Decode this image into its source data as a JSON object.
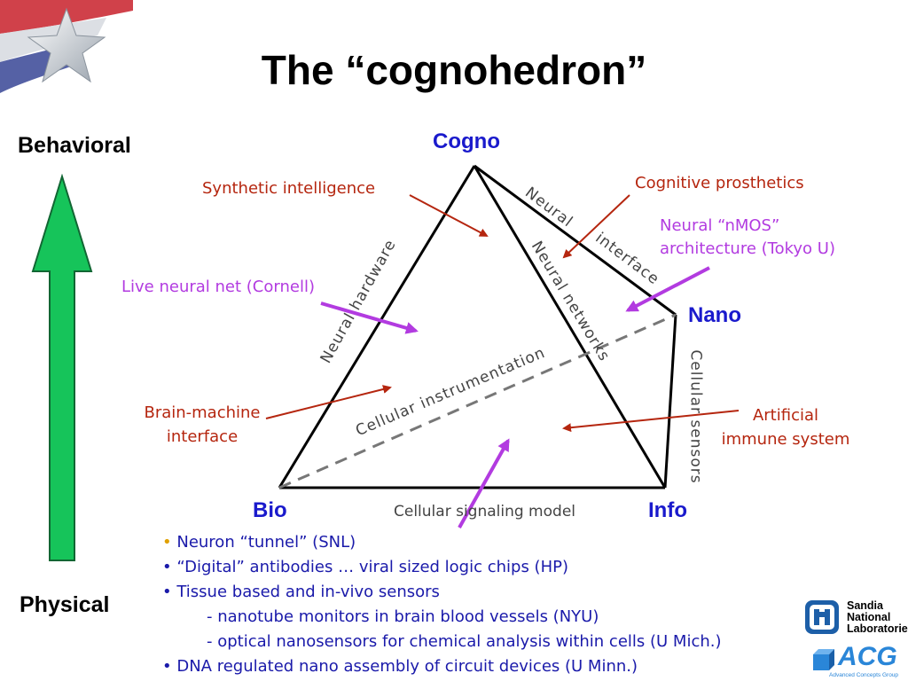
{
  "title": "The “cognohedron”",
  "axis": {
    "top": "Behavioral",
    "bottom": "Physical"
  },
  "vertices": {
    "cogno": "Cogno",
    "nano": "Nano",
    "bio": "Bio",
    "info": "Info"
  },
  "edges": {
    "neural_hardware": "Neural hardware",
    "neural_networks": "Neural networks",
    "neural_interface_1": "Neural",
    "neural_interface_2": "interface",
    "cellular_instrumentation": "Cellular instrumentation",
    "cellular_sensors": "Cellular sensors",
    "cellular_signaling_model": "Cellular signaling model"
  },
  "callouts": {
    "synthetic_intelligence": "Synthetic intelligence",
    "cognitive_prosthetics": "Cognitive prosthetics",
    "neural_nmos_1": "Neural “nMOS”",
    "neural_nmos_2": "architecture (Tokyo U)",
    "live_neural_net": "Live neural net (Cornell)",
    "brain_machine_1": "Brain-machine",
    "brain_machine_2": "interface",
    "artificial_immune_1": "Artificial",
    "artificial_immune_2": "immune system"
  },
  "bullets": [
    {
      "marker": "•",
      "text": "Neuron “tunnel” (SNL)"
    },
    {
      "marker": "•",
      "text": "“Digital” antibodies … viral sized logic chips (HP)"
    },
    {
      "marker": "•",
      "text": "Tissue based and in-vivo sensors"
    },
    {
      "marker": "",
      "text": "- nanotube monitors in brain blood vessels (NYU)"
    },
    {
      "marker": "",
      "text": "- optical nanosensors for chemical analysis within cells (U Mich.)"
    },
    {
      "marker": "•",
      "text": "DNA regulated nano assembly of circuit devices (U Minn.)"
    }
  ],
  "logos": {
    "sandia": [
      "Sandia",
      "National",
      "Laboratories"
    ],
    "acg": "ACG",
    "acg_sub": "Advanced Concepts Group"
  },
  "colors": {
    "vertex_blue": "#1a1acc",
    "arrow_red": "#b5260f",
    "arrow_violet": "#b23be0",
    "axis_arrow_green": "#16c45a",
    "bullet_text": "#1a1aaa"
  }
}
